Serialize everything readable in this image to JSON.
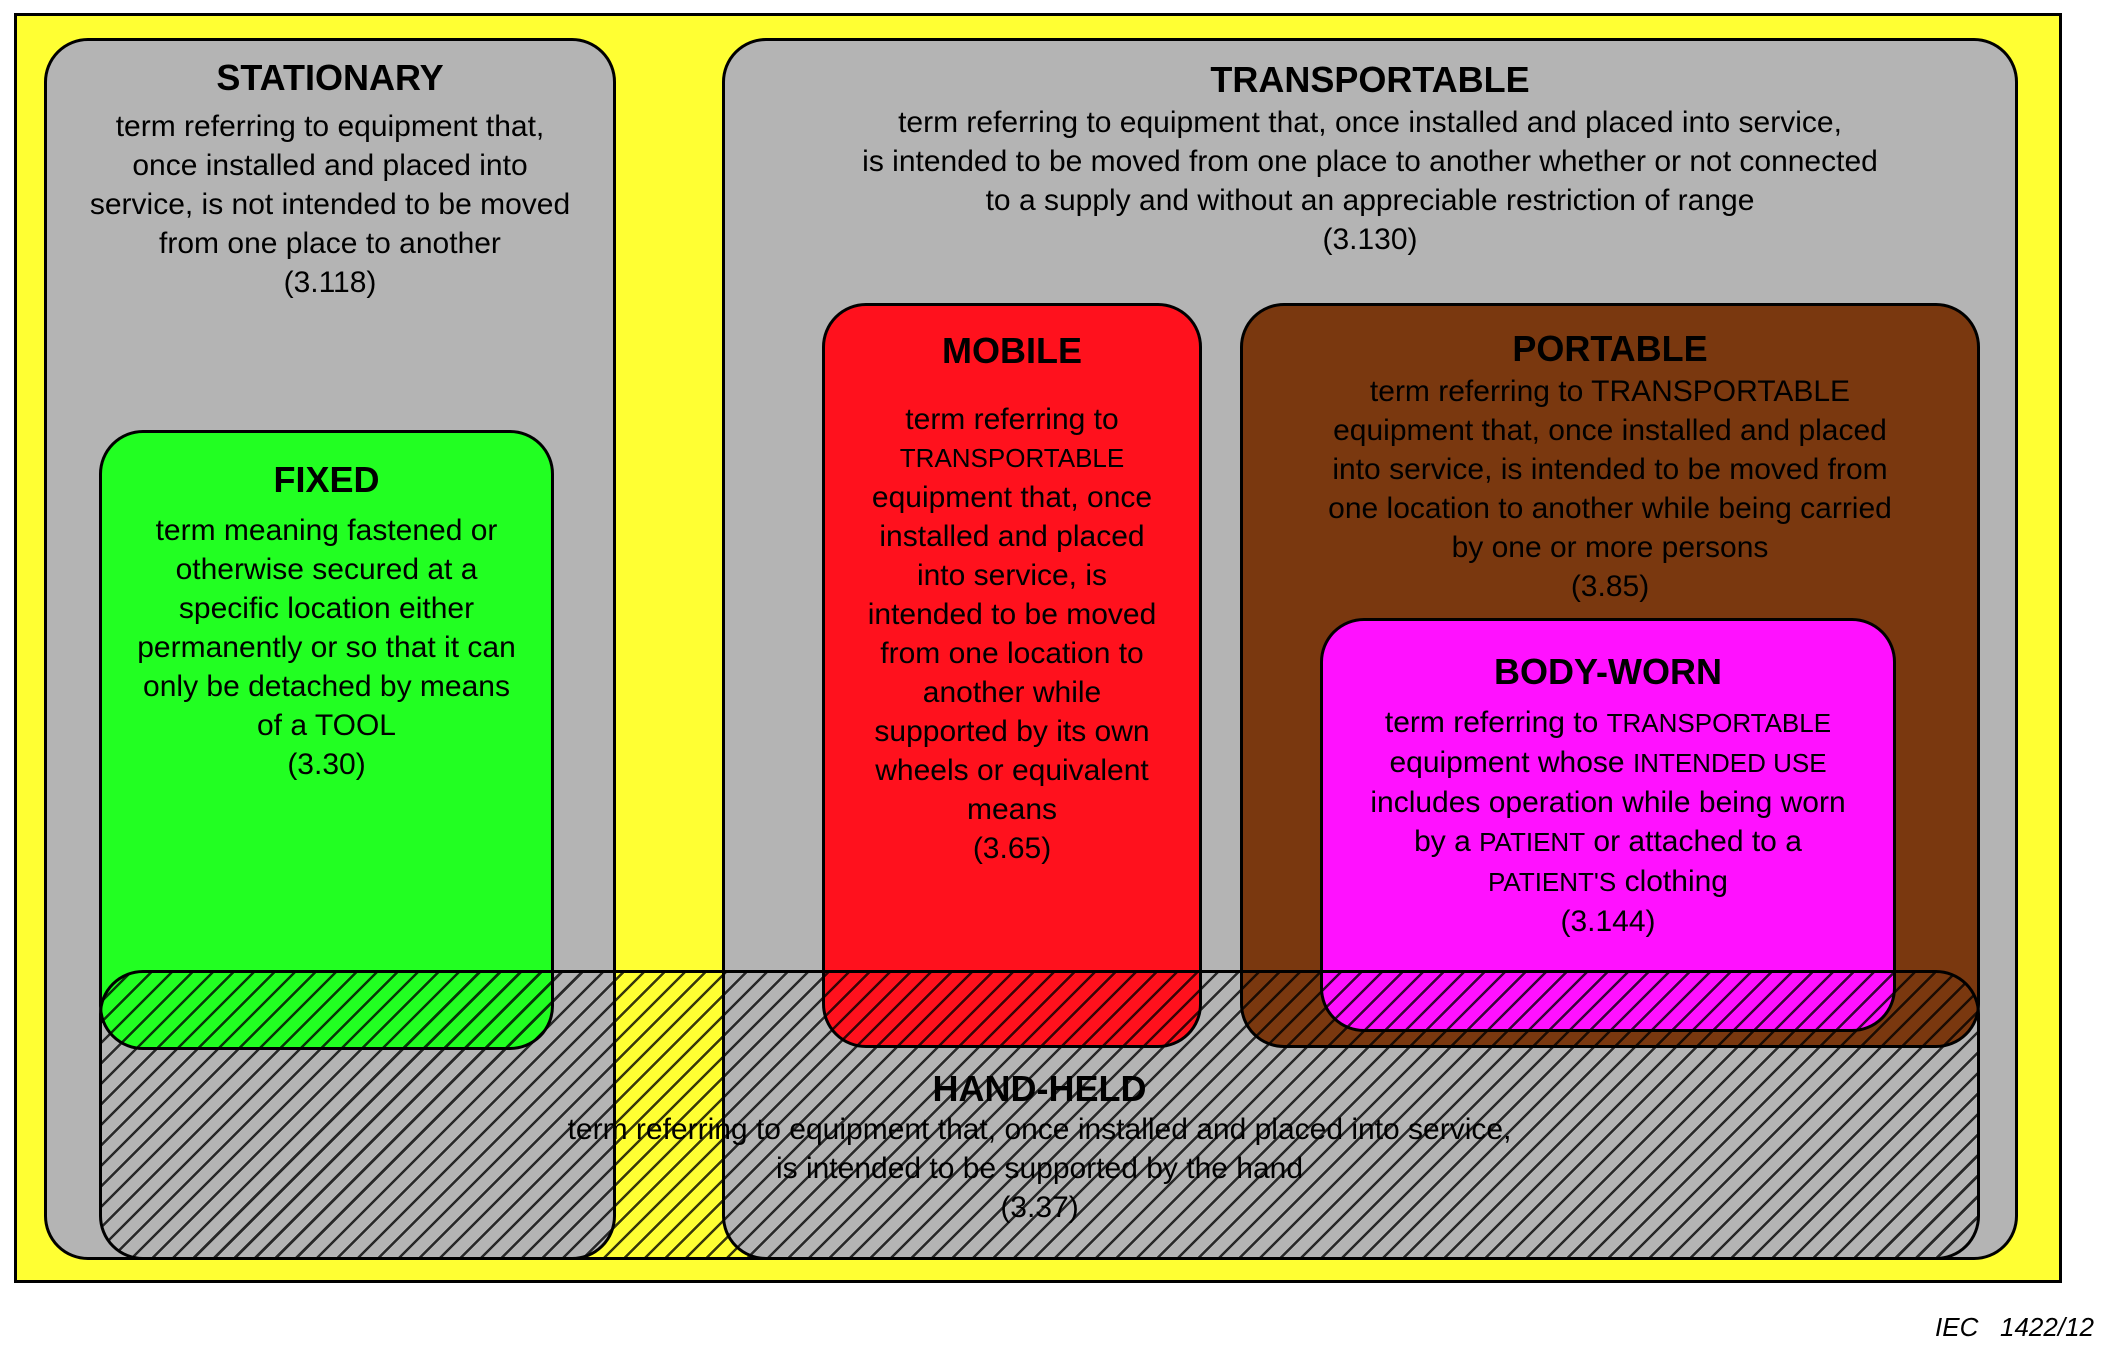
{
  "stationary": {
    "title": "STATIONARY",
    "lines": [
      "term referring to equipment that,",
      "once installed and placed into",
      "service, is not intended to be moved",
      "from one place to another"
    ],
    "ref": "(3.118)",
    "color": "#b4b4b4"
  },
  "fixed": {
    "title": "FIXED",
    "lines": [
      "term meaning fastened or",
      "otherwise secured at a",
      "specific location either",
      "permanently or so that it can",
      "only be detached by means",
      "of a TOOL"
    ],
    "ref": "(3.30)",
    "color": "#22ff22"
  },
  "transportable": {
    "title": "TRANSPORTABLE",
    "lines": [
      "term referring to equipment that, once installed and placed into service,",
      "is intended to be moved from one place to another whether or not connected",
      "to a supply and without an appreciable restriction of range"
    ],
    "ref": "(3.130)",
    "color": "#b4b4b4"
  },
  "mobile": {
    "title": "MOBILE",
    "lines_pre": "term referring to",
    "term": "TRANSPORTABLE",
    "lines": [
      "equipment that, once",
      "installed and placed",
      "into service, is",
      "intended to be moved",
      "from one location to",
      "another while",
      "supported by its own",
      "wheels or equivalent",
      "means"
    ],
    "ref": "(3.65)",
    "color": "#ff111d"
  },
  "portable": {
    "title": "PORTABLE",
    "lines": [
      "term referring to TRANSPORTABLE",
      "equipment that, once installed and placed",
      "into service, is intended to be moved from",
      "one location to another while being carried",
      "by one or more persons"
    ],
    "ref": "(3.85)",
    "color": "#7a380f"
  },
  "body_worn": {
    "title": "BODY-WORN",
    "l1_pre": "term referring to ",
    "l1_term": "TRANSPORTABLE",
    "l2_pre": "equipment whose ",
    "l2_term": "INTENDED USE",
    "l3": "includes operation while being worn",
    "l4_pre": "by a ",
    "l4_term": "PATIENT",
    "l4_post": " or attached to a",
    "l5_term": "PATIENT'S",
    "l5_post": " clothing",
    "ref": "(3.144)",
    "color": "#ff11ff"
  },
  "hand_held": {
    "title": "HAND-HELD",
    "lines": [
      "term referring to equipment that, once installed and placed into service,",
      "is intended to be supported by the hand"
    ],
    "ref": "(3.37)"
  },
  "figure_code": "IEC   1422/12",
  "background_color": "#ffff33"
}
